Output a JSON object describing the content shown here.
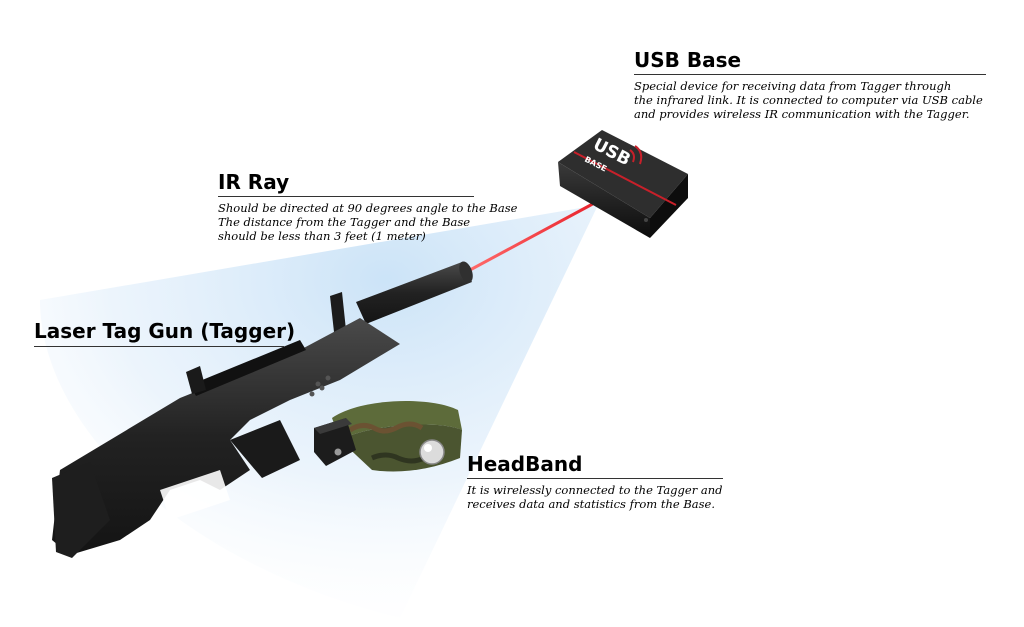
{
  "callouts": {
    "usb_base": {
      "title": "USB Base",
      "lines": [
        "Special device for receiving data from Tagger through",
        "the infrared link. It is connected to computer via USB cable",
        "and provides wireless IR communication with the Tagger."
      ]
    },
    "ir_ray": {
      "title": "IR Ray",
      "lines": [
        "Should be directed at 90 degrees angle to the Base",
        "The distance from the Tagger and the Base",
        "should be less than 3 feet (1 meter)"
      ]
    },
    "gun": {
      "title": "Laser Tag Gun (Tagger)"
    },
    "headband": {
      "title": "HeadBand",
      "lines": [
        "It is wirelessly connected to the Tagger and",
        "receives data and statistics from the Base."
      ]
    }
  },
  "device": {
    "usb_logo": "USB",
    "base_label": "BASE"
  },
  "colors": {
    "beam": "#e8202a",
    "cone": "#dfeefb",
    "device_body": "#161616",
    "gun_body": "#232323",
    "camo_green": "#5d6b3a",
    "camo_brown": "#6b5232"
  }
}
